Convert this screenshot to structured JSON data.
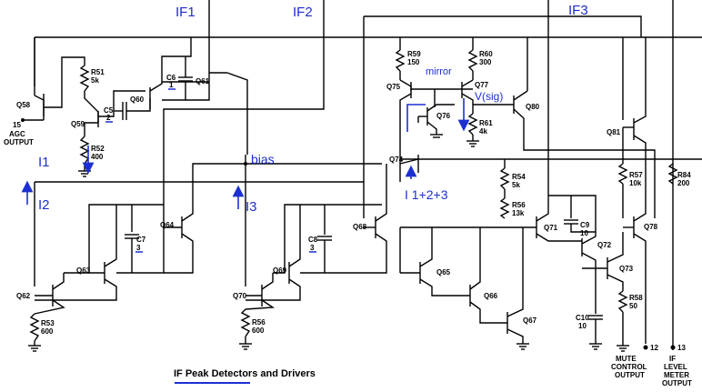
{
  "title": "IF Peak Detectors and Drivers",
  "blue_labels": {
    "if1": "IF1",
    "if2": "IF2",
    "if3": "IF3",
    "i1": "I1",
    "i2": "I2",
    "i3": "I3",
    "bias": "bias",
    "isum": "I 1+2+3",
    "mirror": "mirror",
    "vsig": "V(sig)"
  },
  "transistors": {
    "q58": "Q58",
    "q59": "Q59",
    "q60": "Q60",
    "q61": "Q61",
    "q62": "Q62",
    "q63": "Q63",
    "q64": "Q64",
    "q65": "Q65",
    "q66": "Q66",
    "q67": "Q67",
    "q68": "Q68",
    "q69": "Q69",
    "q70": "Q70",
    "q71": "Q71",
    "q72": "Q72",
    "q73": "Q73",
    "q74": "Q74",
    "q75": "Q75",
    "q76": "Q76",
    "q77": "Q77",
    "q78": "Q78",
    "q80": "Q80",
    "q81": "Q81"
  },
  "resistors": {
    "r51": "R51",
    "r51v": "5k",
    "r52": "R52",
    "r52v": "400",
    "r53": "R53",
    "r53v": "600",
    "r54": "R54",
    "r54v": "5k",
    "r56a": "R56",
    "r56av": "600",
    "r56b": "R56",
    "r56bv": "13k",
    "r57": "R57",
    "r57v": "10k",
    "r58": "R58",
    "r58v": "50",
    "r59": "R59",
    "r59v": "150",
    "r60": "R60",
    "r60v": "300",
    "r61": "R61",
    "r61v": "4k",
    "r84": "R84",
    "r84v": "200"
  },
  "capacitors": {
    "c5": "C5",
    "c5v": "2",
    "c6": "C6",
    "c6v": "1",
    "c7": "C7",
    "c7v": "3",
    "c8": "C8",
    "c8v": "3",
    "c9": "C9",
    "c9v": "10",
    "c10": "C10",
    "c10v": "10"
  },
  "pins": {
    "p15": "15",
    "agc1": "AGC",
    "agc2": "OUTPUT",
    "p12": "12",
    "mute1": "MUTE",
    "mute2": "CONTROL",
    "mute3": "OUTPUT",
    "p13": "13",
    "if1l": "IF",
    "if2l": "LEVEL",
    "if3l": "METER",
    "if4l": "OUTPUT"
  }
}
